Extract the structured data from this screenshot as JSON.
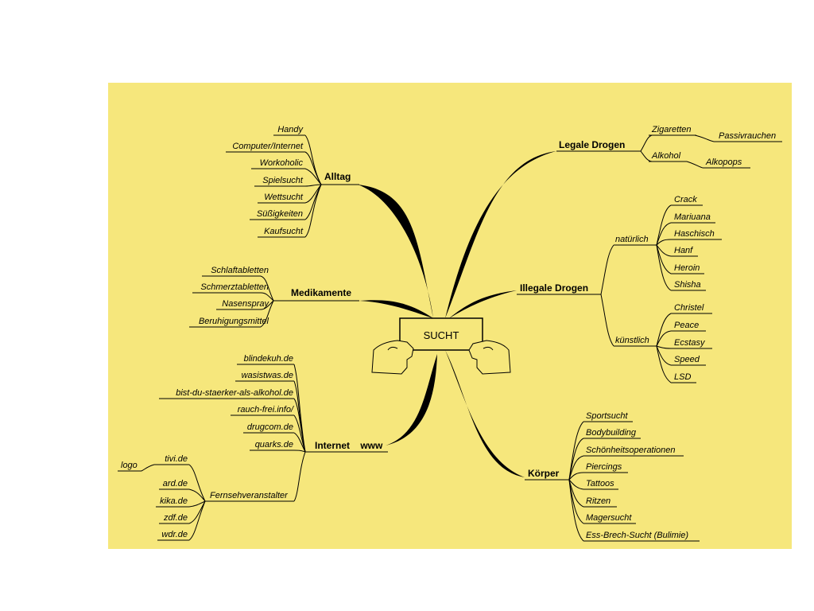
{
  "center": {
    "label": "SUCHT"
  },
  "branches": {
    "alltag": {
      "label": "Alltag",
      "items": [
        "Handy",
        "Computer/Internet",
        "Workoholic",
        "Spielsucht",
        "Wettsucht",
        "Süßigkeiten",
        "Kaufsucht"
      ]
    },
    "medikamente": {
      "label": "Medikamente",
      "items": [
        "Schlaftabletten",
        "Schmerztabletten",
        "Nasenspray",
        "Beruhigungsmittel"
      ]
    },
    "internet": {
      "label": "Internet    www",
      "items": [
        "blindekuh.de",
        "wasistwas.de",
        "bist-du-staerker-als-alkohol.de",
        "rauch-frei.info/",
        "drugcom.de",
        "quarks.de"
      ],
      "fernseh": {
        "label": "Fernsehveranstalter",
        "tivi": "tivi.de",
        "logo": "logo",
        "items": [
          "ard.de",
          "kika.de",
          "zdf.de",
          "wdr.de"
        ]
      }
    },
    "legal": {
      "label": "Legale Drogen",
      "zigaretten": "Zigaretten",
      "passivrauchen": "Passivrauchen",
      "alkohol": "Alkohol",
      "alkopops": "Alkopops"
    },
    "illegal": {
      "label": "Illegale Drogen",
      "natuerlich": {
        "label": "natürlich",
        "items": [
          "Crack",
          "Mariuana",
          "Haschisch",
          "Hanf",
          "Heroin",
          "Shisha"
        ]
      },
      "kuenstlich": {
        "label": "künstlich",
        "items": [
          "Christel",
          "Peace",
          "Ecstasy",
          "Speed",
          "LSD"
        ]
      }
    },
    "koerper": {
      "label": "Körper",
      "items": [
        "Sportsucht",
        "Bodybuilding",
        "Schönheitsoperationen",
        "Piercings",
        "Tattoos",
        "Ritzen",
        "Magersucht",
        "Ess-Brech-Sucht (Bulimie)"
      ]
    }
  },
  "colors": {
    "background": "#f6e77c",
    "ink": "#000000",
    "hand": "#f6e77c"
  }
}
